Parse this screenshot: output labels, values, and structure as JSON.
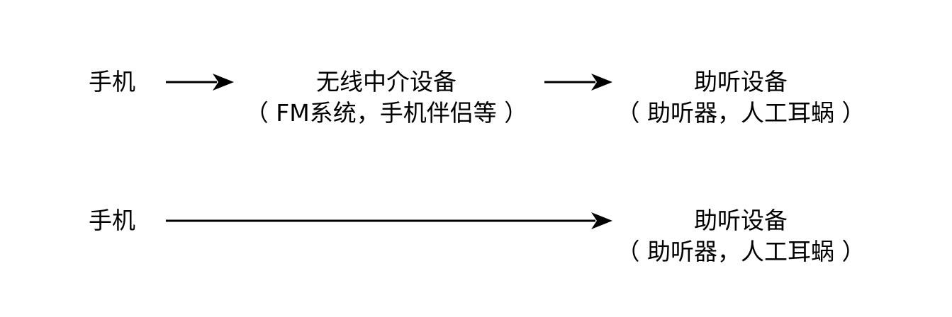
{
  "row1": {
    "phone": "手机",
    "intermediary_line1": "无线中介设备",
    "intermediary_line2": "（ FM系统，手机伴侣等 ）",
    "hearing_line1": "助听设备",
    "hearing_line2": "（ 助听器，人工耳蜗 ）"
  },
  "row2": {
    "phone": "手机",
    "hearing_line1": "助听设备",
    "hearing_line2": "（ 助听器，人工耳蜗 ）"
  },
  "colors": {
    "stroke": "#000000",
    "background": "#ffffff"
  }
}
